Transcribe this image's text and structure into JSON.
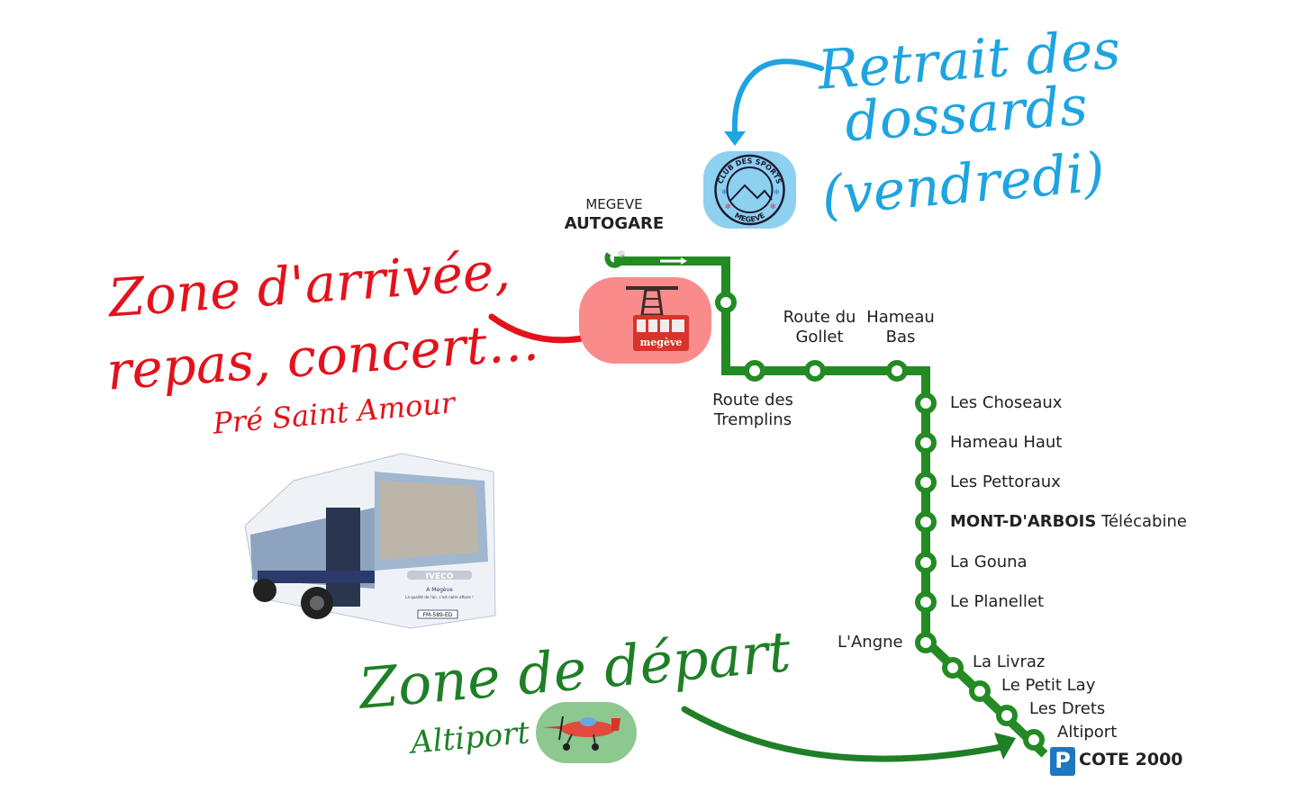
{
  "colors": {
    "line": "#248a24",
    "arrival": "#e3121b",
    "arrival_pill": "#f98b8b",
    "bib": "#1ea4e0",
    "bib_pill": "#8dd0f0",
    "departure": "#1f7f27",
    "departure_pill": "#8cc890",
    "parking": "#1b78c2",
    "text": "#222222"
  },
  "annotations": {
    "arrival": {
      "title_line1": "Zone d'arrivée,",
      "title_line2": "repas, concert…",
      "subtitle": "Pré Saint Amour",
      "icon": "cable-car-icon",
      "icon_text": "megève"
    },
    "bib": {
      "title_line1": "Retrait des",
      "title_line2": "dossards",
      "title_line3": "(vendredi)",
      "logo_top": "CLUB DES SPORTS",
      "logo_bottom": "MEGEVE"
    },
    "departure": {
      "title": "Zone de départ",
      "subtitle": "Altiport",
      "icon": "airplane-icon"
    }
  },
  "terminus_start": {
    "line1": "MEGEVE",
    "line2": "AUTOGARE"
  },
  "terminus_end": {
    "label": "COTE 2000",
    "parking_letter": "P"
  },
  "stops": [
    {
      "name": "Route des Tremplins",
      "line1": "Route des",
      "line2": "Tremplins"
    },
    {
      "name": "Route du Gollet",
      "line1": "Route du",
      "line2": "Gollet"
    },
    {
      "name": "Hameau Bas",
      "line1": "Hameau",
      "line2": "Bas"
    },
    {
      "name": "Les Choseaux"
    },
    {
      "name": "Hameau Haut"
    },
    {
      "name": "Les Pettoraux"
    },
    {
      "bold": "MONT-D'ARBOIS",
      "name": "Télécabine"
    },
    {
      "name": "La Gouna"
    },
    {
      "name": "Le Planellet"
    },
    {
      "name": "L'Angne"
    },
    {
      "name": "La Livraz"
    },
    {
      "name": "Le Petit Lay"
    },
    {
      "name": "Les Drets"
    },
    {
      "name": "Altiport"
    }
  ],
  "bus": {
    "brand": "IVECO",
    "slogan_line1": "A Megève",
    "slogan_line2": "La qualité de l'air, c'est notre affaire !",
    "plate": "FM-589-ED"
  }
}
